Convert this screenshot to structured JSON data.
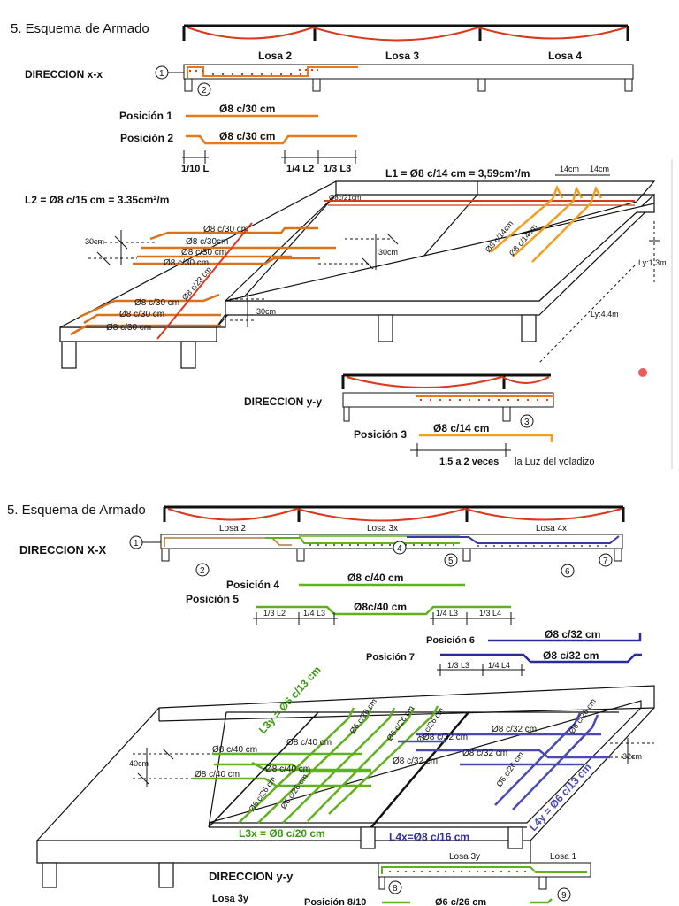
{
  "top": {
    "section_title": "5. Esquema de Armado",
    "direction_xx": "DIRECCION x-x",
    "losa_labels": [
      "Losa 2",
      "Losa 3",
      "Losa 4"
    ],
    "pos1_label": "Posición 1",
    "pos1_value": "Ø8 c/30 cm",
    "pos2_label": "Posición 2",
    "pos2_value": "Ø8 c/30 cm",
    "dim_1_10L": "1/10 L",
    "dim_1_4L2": "1/4 L2",
    "dim_1_3L3": "1/3 L3",
    "l1_note": "L1 = Ø8 c/14 cm  = 3,59cm²/m",
    "dim_14cm": "14cm",
    "l2_note": "L2 =  Ø8 c/15 cm  = 3.35cm²/m",
    "iso_bars": [
      "Ø8 c/30 cm",
      "Ø8 c/30cm",
      "Ø8 c/30 cm",
      "Ø8 c/30 cm",
      "Ø8 c/30 cm",
      "Ø8 c/30 cm",
      "Ø8 c/30 cm"
    ],
    "diag_bar": "Ø8 c/23 cm",
    "red_top": "Ø8c/21cm",
    "dim_30cm": "30cm",
    "orange_bars": [
      "Ø8 c/14cm",
      "Ø8 c/14cm"
    ],
    "ly_1": "Ly:1.3m",
    "ly_2": "Ly:4.4m",
    "direction_yy": "DIRECCION y-y",
    "pos3_label": "Posición 3",
    "pos3_value": "Ø8 c/14 cm",
    "pos3_note_bold": "1,5 a 2 veces",
    "pos3_note": "la Luz del voladizo",
    "circles": [
      "1",
      "2",
      "3"
    ]
  },
  "bottom": {
    "section_title": "5. Esquema de Armado",
    "direction_xx": "DIRECCION X-X",
    "losa_labels": [
      "Losa 2",
      "Losa 3x",
      "Losa 4x"
    ],
    "circles": [
      "1",
      "2",
      "4",
      "5",
      "6",
      "7",
      "8",
      "9"
    ],
    "pos4_label": "Posición 4",
    "pos4_value": "Ø8 c/40 cm",
    "pos5_label": "Posición 5",
    "pos5_value": "Ø8c/40 cm",
    "dims_pos5": [
      "1/3 L2",
      "1/4 L3",
      "1/4 L3",
      "1/3 L4"
    ],
    "pos6_label": "Posición 6",
    "pos6_value": "Ø8 c/32 cm",
    "pos7_label": "Posición 7",
    "pos7_value": "Ø8 c/32 cm",
    "dims_pos7": [
      "1/3 L3",
      "1/4 L4"
    ],
    "l3y": "L3y =  Ø6 c/13 cm",
    "l4y": "L4y =  Ø6 c/13 cm",
    "l3x": "L3x =  Ø8 c/20 cm",
    "l4x": "L4x=Ø8 c/16 cm",
    "green_bars": [
      "Ø8 c/40 cm",
      "Ø8 c/40 cm",
      "Ø8 c/40 cm",
      "Ø8 c/40 cm"
    ],
    "green_diag": [
      "Ø6 c/26 cm",
      "Ø6 c/26 cm",
      "Ø6 c/26 cm",
      "Ø6 c/26 cm",
      "Ø6 c/26 cm"
    ],
    "blue_bars": [
      "Ø8 c/32 cm",
      "Ø8 c/32 cm",
      "Ø8 c/32 cm",
      "Ø8 c/32 cm"
    ],
    "blue_diag": [
      "Ø6 c/26 cm",
      "Ø6 c/26 cm"
    ],
    "dim_40cm": "40cm",
    "dim_32cm": "32cm",
    "direction_yy": "DIRECCION y-y",
    "yy_losa": [
      "Losa 3y",
      "Losa 1"
    ],
    "losa3y_label": "Losa 3y",
    "pos810_label": "Posición 8/10",
    "pos810_value": "Ø6 c/26 cm"
  }
}
